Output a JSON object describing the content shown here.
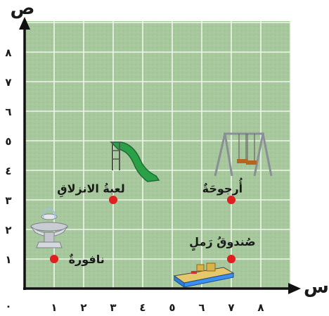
{
  "axes": {
    "x_label": "س",
    "y_label": "ص",
    "origin_label": "٠",
    "x_ticks": [
      "١",
      "٢",
      "٣",
      "٤",
      "٥",
      "٦",
      "٧",
      "٨"
    ],
    "y_ticks": [
      "١",
      "٢",
      "٣",
      "٤",
      "٥",
      "٦",
      "٧",
      "٨"
    ]
  },
  "points": [
    {
      "id": "fountain",
      "label": "نافورةٌ",
      "x": 1,
      "y": 1,
      "icon": "fountain-icon"
    },
    {
      "id": "slide",
      "label": "لعبةُ الانزلاقِ",
      "x": 3,
      "y": 3,
      "icon": "slide-icon"
    },
    {
      "id": "swing",
      "label": "أُرجوحَةٌ",
      "x": 7,
      "y": 3,
      "icon": "swing-icon"
    },
    {
      "id": "sandbox",
      "label": "صُندوقُ رَملٍ",
      "x": 7,
      "y": 1,
      "icon": "sandbox-icon"
    }
  ],
  "colors": {
    "grid_bg": "#a9c99f",
    "grid_line": "#e6f0e2",
    "point": "#e02020",
    "axis": "#111111"
  }
}
